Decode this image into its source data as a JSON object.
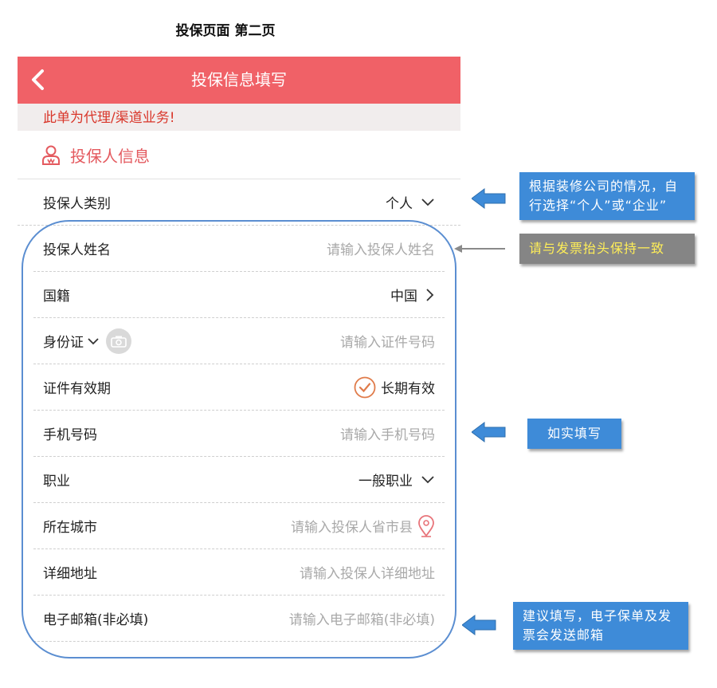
{
  "caption": "投保页面  第二页",
  "nav": {
    "title": "投保信息填写"
  },
  "notice": "此单为代理/渠道业务!",
  "section": {
    "title": "投保人信息"
  },
  "rows": {
    "holder_type": {
      "label": "投保人类别",
      "value": "个人"
    },
    "holder_name": {
      "label": "投保人姓名",
      "placeholder": "请输入投保人姓名"
    },
    "nationality": {
      "label": "国籍",
      "value": "中国"
    },
    "id_type": {
      "label": "身份证",
      "placeholder": "请输入证件号码"
    },
    "id_validity": {
      "label": "证件有效期",
      "value": "长期有效"
    },
    "phone": {
      "label": "手机号码",
      "placeholder": "请输入手机号码"
    },
    "occupation": {
      "label": "职业",
      "value": "一般职业"
    },
    "city": {
      "label": "所在城市",
      "placeholder": "请输入投保人省市县"
    },
    "address": {
      "label": "详细地址",
      "placeholder": "请输入投保人详细地址"
    },
    "email": {
      "label": "电子邮箱(非必填)",
      "placeholder": "请输入电子邮箱(非必填)"
    }
  },
  "callouts": {
    "holder_type": "根据装修公司的情况，自行选择“个人”或“企业”",
    "holder_name": "请与发票抬头保持一致",
    "truthful": "如实填写",
    "email": "建议填写，电子保单及发票会发送邮箱"
  },
  "colors": {
    "nav_bg": "#f06167",
    "accent_red": "#e45a5f",
    "notice_text": "#d9362a",
    "callout_blue": "#3e8bd8",
    "callout_gray": "#858585",
    "callout_yellow_text": "#ffee58",
    "outline_blue": "#5b8ed1"
  }
}
